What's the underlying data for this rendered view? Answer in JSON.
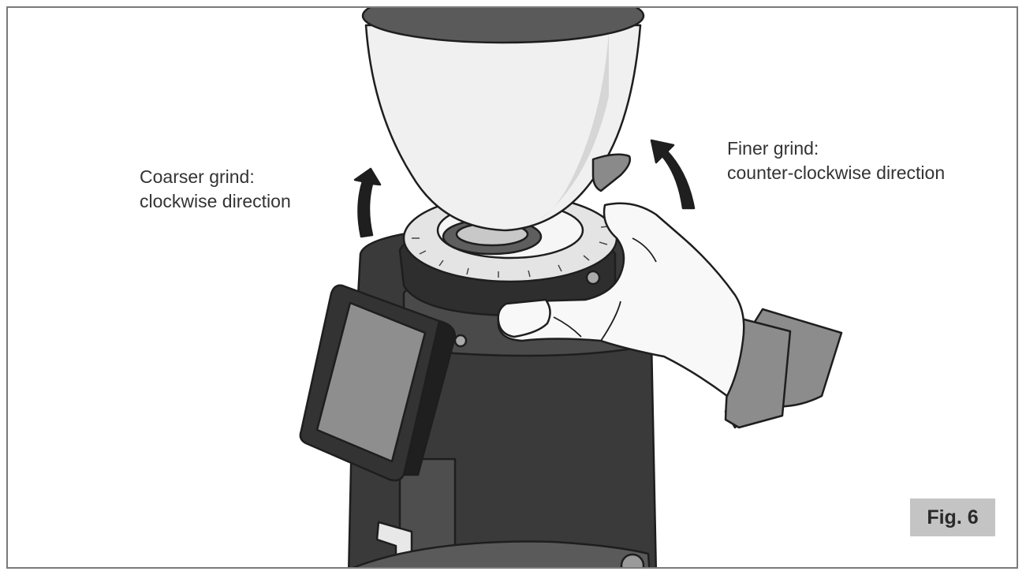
{
  "labels": {
    "coarser_line1": "Coarser grind:",
    "coarser_line2": "clockwise direction",
    "finer_line1": "Finer grind:",
    "finer_line2": "counter-clockwise direction"
  },
  "figure_label": "Fig. 6",
  "colors": {
    "body_dark": "#3a3a3a",
    "body_mid": "#5c5c5c",
    "hopper_light": "#f0f0f0",
    "sleeve_gray": "#8c8c8c",
    "badge_bg": "#c4c4c4",
    "outline": "#1e1e1e"
  }
}
